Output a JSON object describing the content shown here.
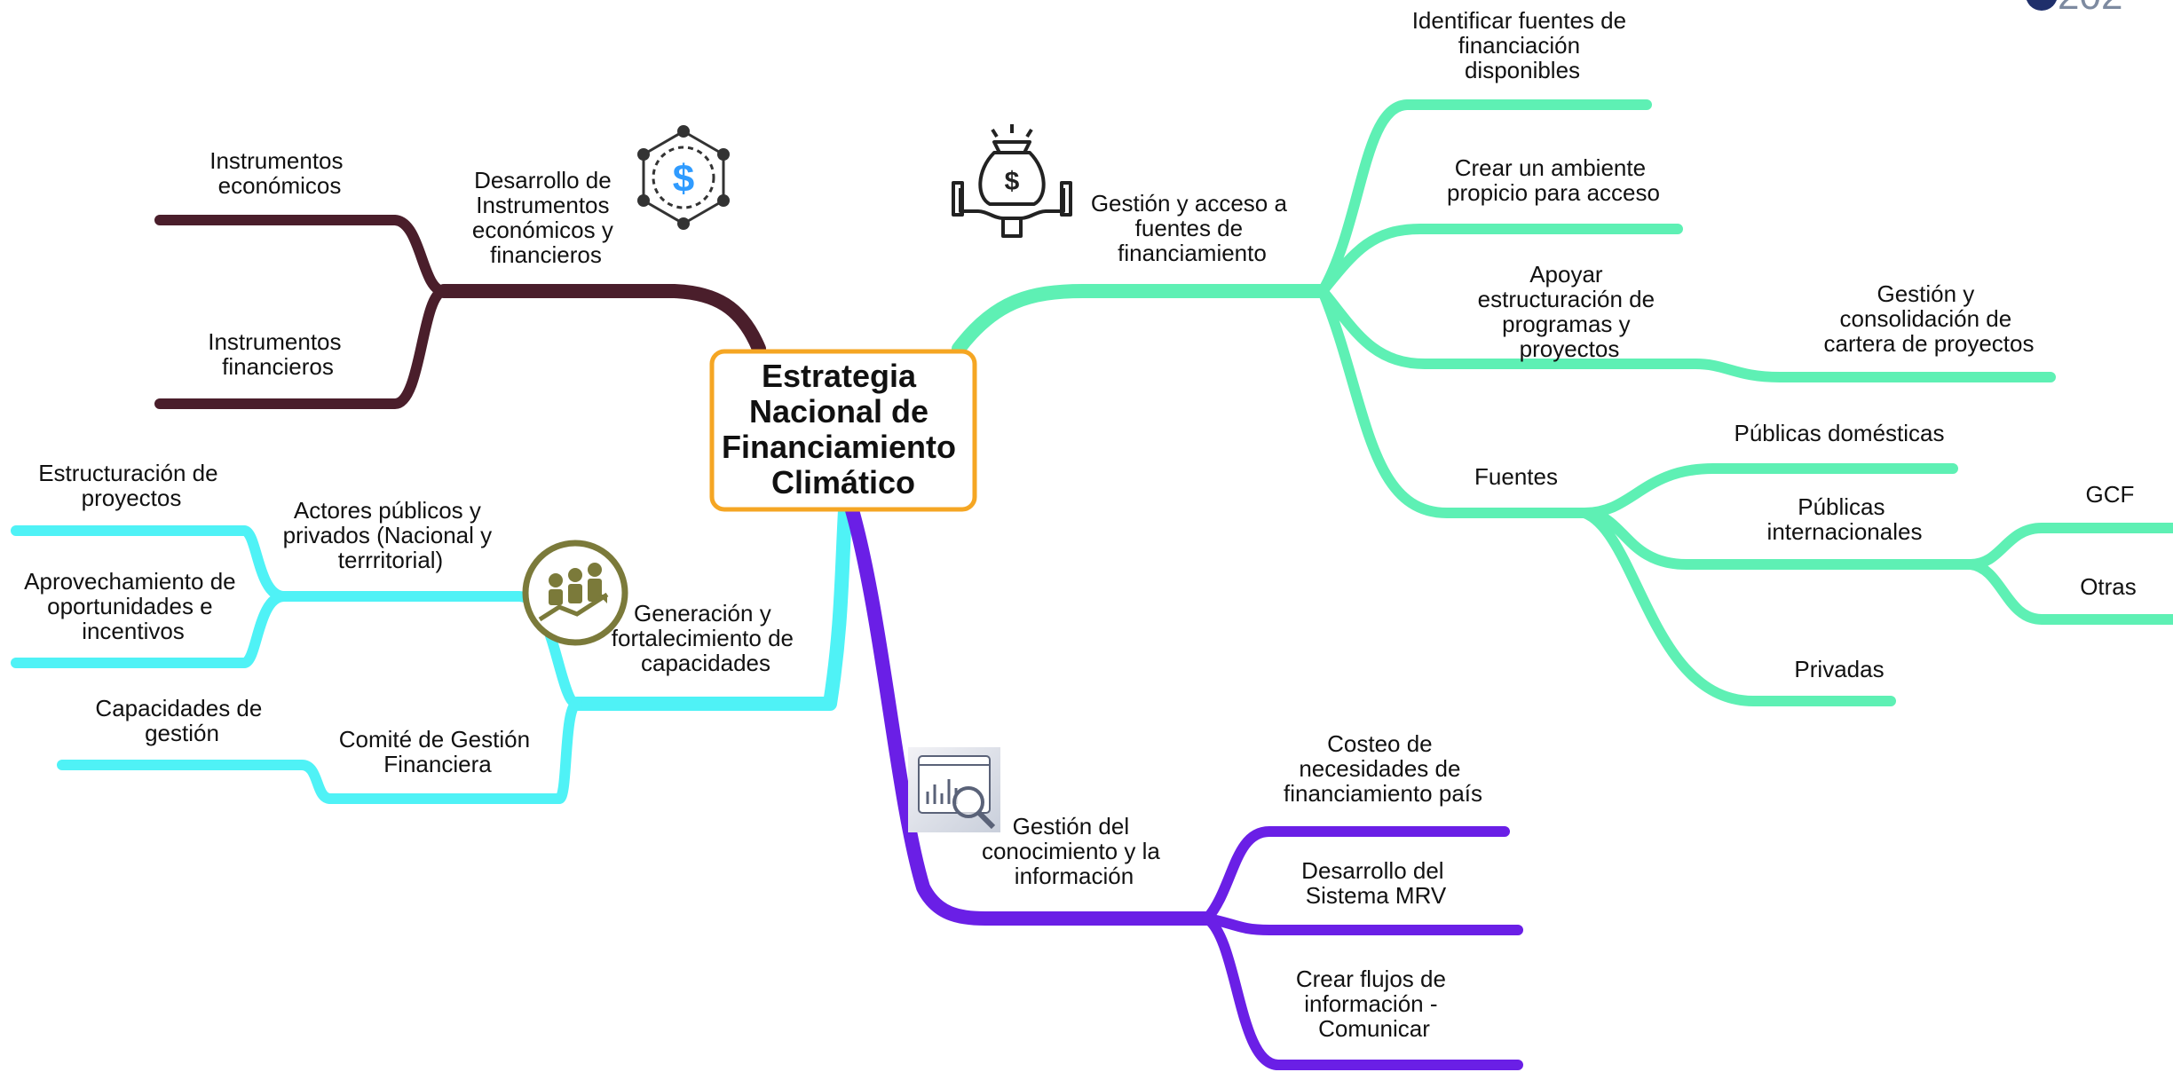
{
  "colors": {
    "maroon": "#4a1e2b",
    "mint": "#5ef0b4",
    "cyan": "#4ff2f6",
    "purple": "#6a1fe6",
    "center_border": "#f5a623",
    "money_icon_blue": "#2f9bff",
    "olive": "#7b7a3a"
  },
  "center": {
    "lines": [
      "Estrategia",
      "Nacional de",
      "Financiamiento",
      "Climático"
    ]
  },
  "corner_text": "202",
  "branches": {
    "instruments": {
      "label": [
        "Desarrollo de",
        "Instrumentos",
        "económicos y",
        "financieros"
      ],
      "icon": "money-network-icon",
      "children": [
        {
          "label": [
            "Instrumentos",
            "económicos"
          ]
        },
        {
          "label": [
            "Instrumentos",
            "financieros"
          ]
        }
      ]
    },
    "financing": {
      "label": [
        "Gestión y acceso a",
        "fuentes de",
        "financiamiento"
      ],
      "icon": "money-bag-hands-icon",
      "children": [
        {
          "label": [
            "Identificar fuentes de",
            "financiación",
            "disponibles"
          ]
        },
        {
          "label": [
            "Crear un ambiente",
            "propicio para acceso"
          ]
        },
        {
          "label": [
            "Apoyar",
            "estructuración de",
            "programas y",
            "proyectos"
          ],
          "children": [
            {
              "label": [
                "Gestión y",
                "consolidación de",
                "cartera de proyectos"
              ]
            }
          ]
        },
        {
          "label": [
            "Fuentes"
          ],
          "children": [
            {
              "label": [
                "Públicas domésticas"
              ]
            },
            {
              "label": [
                "Públicas",
                "internacionales"
              ],
              "children": [
                {
                  "label": [
                    "GCF"
                  ]
                },
                {
                  "label": [
                    "Otras"
                  ]
                }
              ]
            },
            {
              "label": [
                "Privadas"
              ]
            }
          ]
        }
      ]
    },
    "capacities": {
      "label": [
        "Generación y",
        "fortalecimiento de",
        "capacidades"
      ],
      "icon": "team-growth-icon",
      "children": [
        {
          "label": [
            "Actores públicos y",
            "privados (Nacional y",
            "terrritorial)"
          ],
          "children": [
            {
              "label": [
                "Estructuración de",
                "proyectos"
              ]
            },
            {
              "label": [
                "Aprovechamiento de",
                "oportunidades e",
                "incentivos"
              ]
            }
          ]
        },
        {
          "label": [
            "Comité de Gestión",
            "Financiera"
          ],
          "children": [
            {
              "label": [
                "Capacidades de",
                "gestión"
              ]
            }
          ]
        }
      ]
    },
    "knowledge": {
      "label": [
        "Gestión del",
        "conocimiento y la",
        "información"
      ],
      "icon": "analytics-magnifier-icon",
      "children": [
        {
          "label": [
            "Costeo de",
            "necesidades de",
            "financiamiento país"
          ]
        },
        {
          "label": [
            "Desarrollo del",
            "Sistema MRV"
          ]
        },
        {
          "label": [
            "Crear flujos de",
            "información -",
            "Comunicar"
          ]
        }
      ]
    }
  }
}
